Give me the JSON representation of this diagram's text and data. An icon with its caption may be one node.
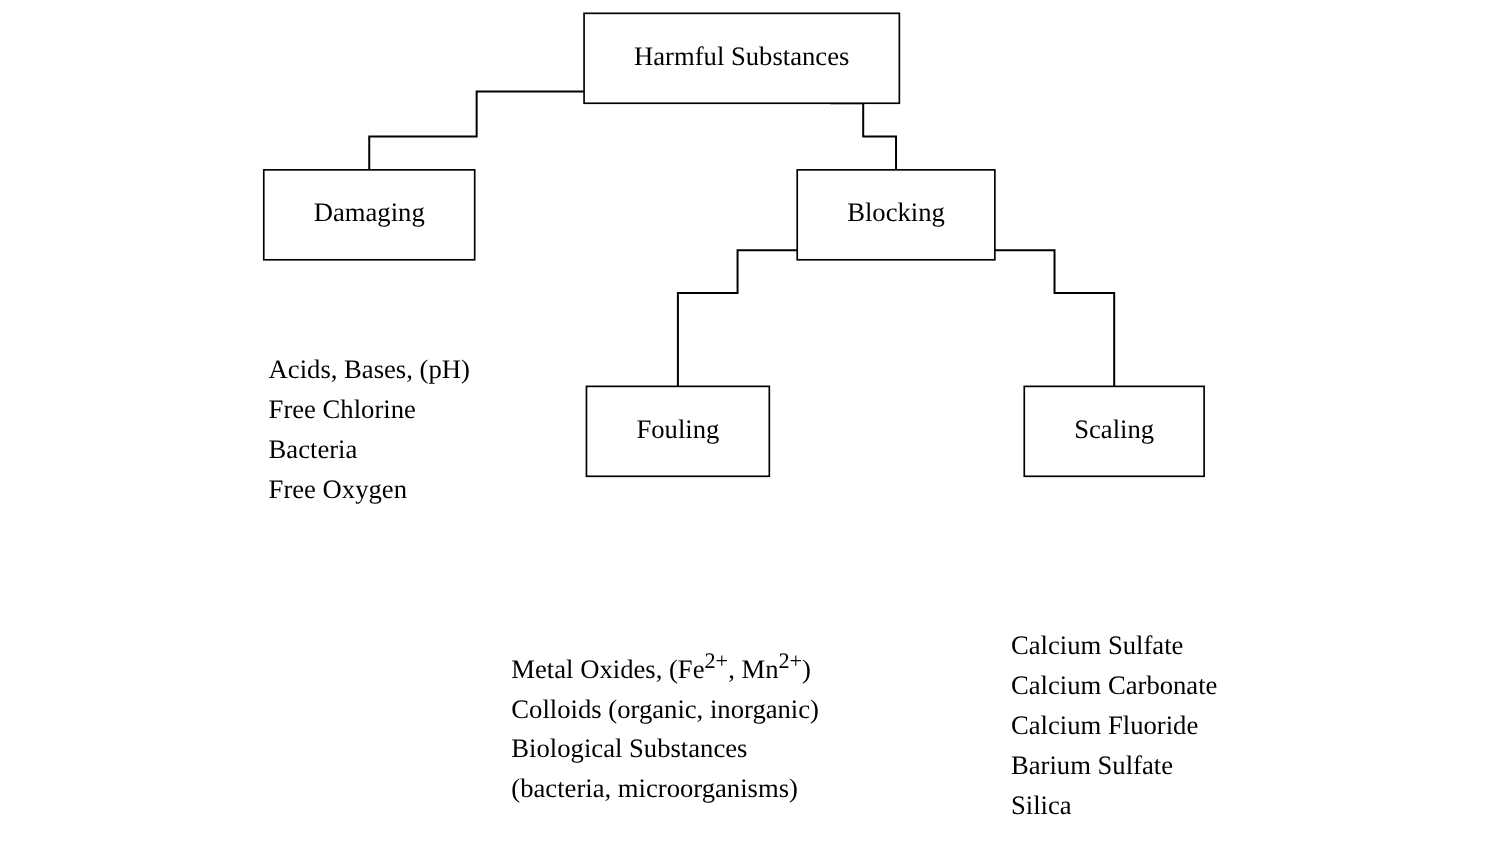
{
  "diagram": {
    "nodes": [
      {
        "text": [
          "Harmful Substances"
        ]
      },
      {
        "text": [
          "Damaging"
        ],
        "beside": [
          "Acids, Bases, (pH)",
          "Free Chlorine",
          "Bacteria",
          "Free Oxygen"
        ]
      },
      {
        "text": [
          "Blocking"
        ]
      },
      {
        "text": [
          "Fouling"
        ],
        "beside": [
          "Metal Oxides, (Fe$^{2+}$, Mn$^{2+}$)",
          "Colloids (organic, inorganic)",
          "Biological Substances (bacteria, microorganisms)"
        ]
      },
      {
        "text": [
          "Scaling"
        ],
        "beside": [
          "Calcium Sulfate",
          "Calcium Carbonate",
          "Calcium Fluoride",
          "Barium Sulfate",
          "Silica"
        ]
      }
    ],
    "edges": [
      {
        "from": 0,
        "to": 1,
        "arrow": "none"
      },
      {
        "from": 0,
        "to": 2,
        "arrow": "none"
      },
      {
        "from": 2,
        "to": 3,
        "arrow": "none"
      },
      {
        "from": 2,
        "to": 4,
        "arrow": "none"
      }
    ]
  }
}
